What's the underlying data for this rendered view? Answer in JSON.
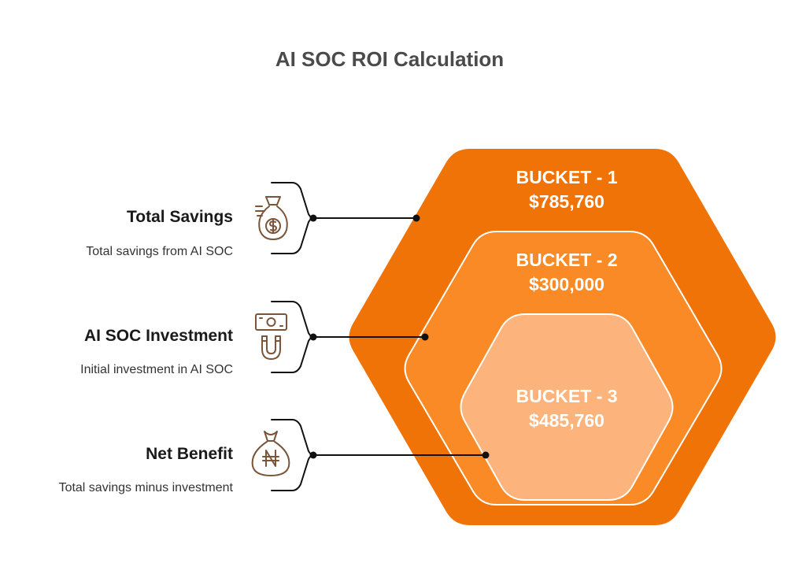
{
  "title": "AI SOC ROI Calculation",
  "items": [
    {
      "title": "Total Savings",
      "description": "Total savings from AI SOC",
      "icon": "money-bag-dollar-icon"
    },
    {
      "title": "AI SOC Investment",
      "description": "Initial investment in AI SOC",
      "icon": "banknote-magnet-icon"
    },
    {
      "title": "Net Benefit",
      "description": "Total savings minus investment",
      "icon": "money-bag-naira-icon"
    }
  ],
  "buckets": [
    {
      "label": "BUCKET - 1",
      "value": "$785,760",
      "color": "#f07308"
    },
    {
      "label": "BUCKET - 2",
      "value": "$300,000",
      "color": "#f98a26"
    },
    {
      "label": "BUCKET - 3",
      "value": "$485,760",
      "color": "#fcb47c"
    }
  ],
  "icon_color": "#7a5539",
  "connector_color": "#111111"
}
